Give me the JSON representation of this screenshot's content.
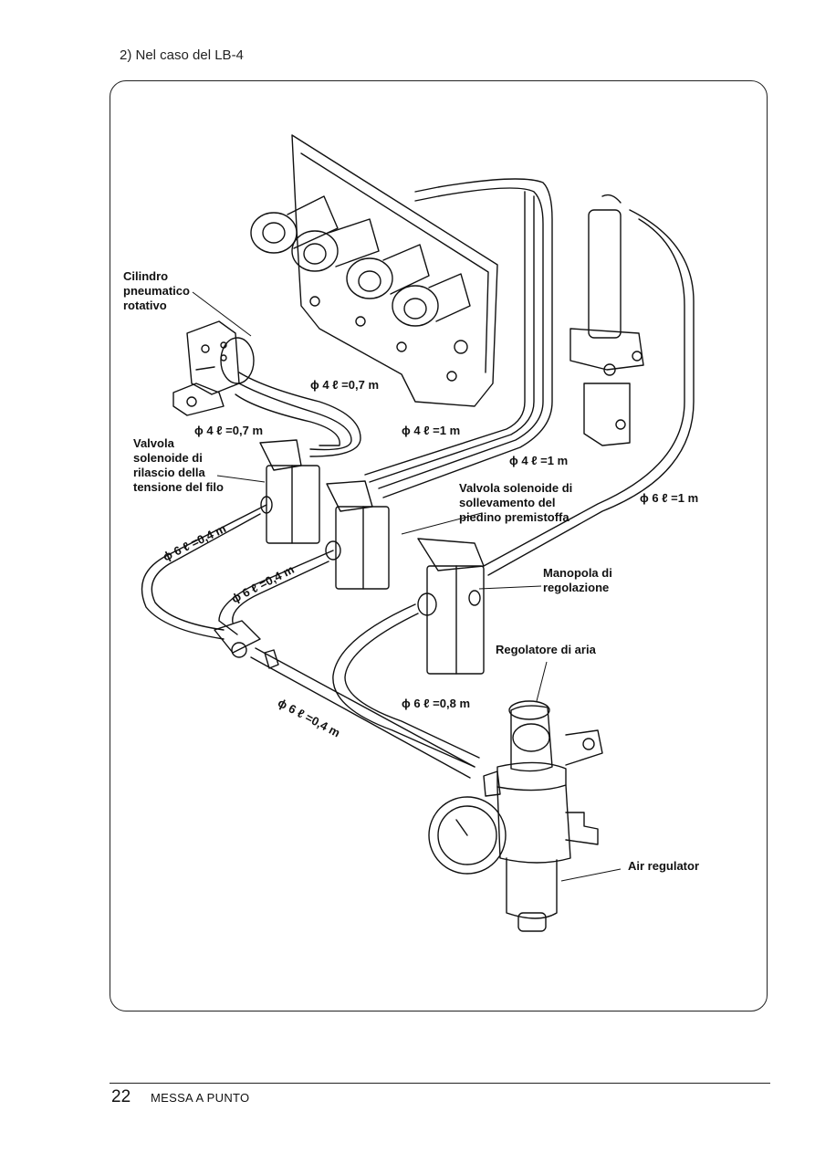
{
  "header": {
    "section_title": "2) Nel caso del LB-4"
  },
  "labels": {
    "cylinder": [
      "Cilindro",
      "pneumatico",
      "rotativo"
    ],
    "thread_valve": [
      "Valvola",
      "solenoide di",
      "rilascio della",
      "tensione del filo"
    ],
    "lift_valve": [
      "Valvola solenoide di",
      "sollevamento del",
      "piedino premistoffa"
    ],
    "knob": [
      "Manopola di",
      "regolazione"
    ],
    "regulator_it": "Regolatore di aria",
    "regulator_en": "Air regulator"
  },
  "dimensions": {
    "d1": "ϕ 4 ℓ =0,7 m",
    "d2": "ϕ 4 ℓ =0,7 m",
    "d3": "ϕ 4 ℓ =1 m",
    "d4": "ϕ 4 ℓ =1 m",
    "d5": "ϕ 6 ℓ =1 m",
    "d6": "ϕ 6 ℓ =0,4 m",
    "d7": "ϕ 6 ℓ =0,4 m",
    "d8": "ϕ 6 ℓ =0,4 m",
    "d9": "ϕ 6 ℓ =0,8 m"
  },
  "footer": {
    "page_number": "22",
    "section": "MESSA A PUNTO"
  }
}
